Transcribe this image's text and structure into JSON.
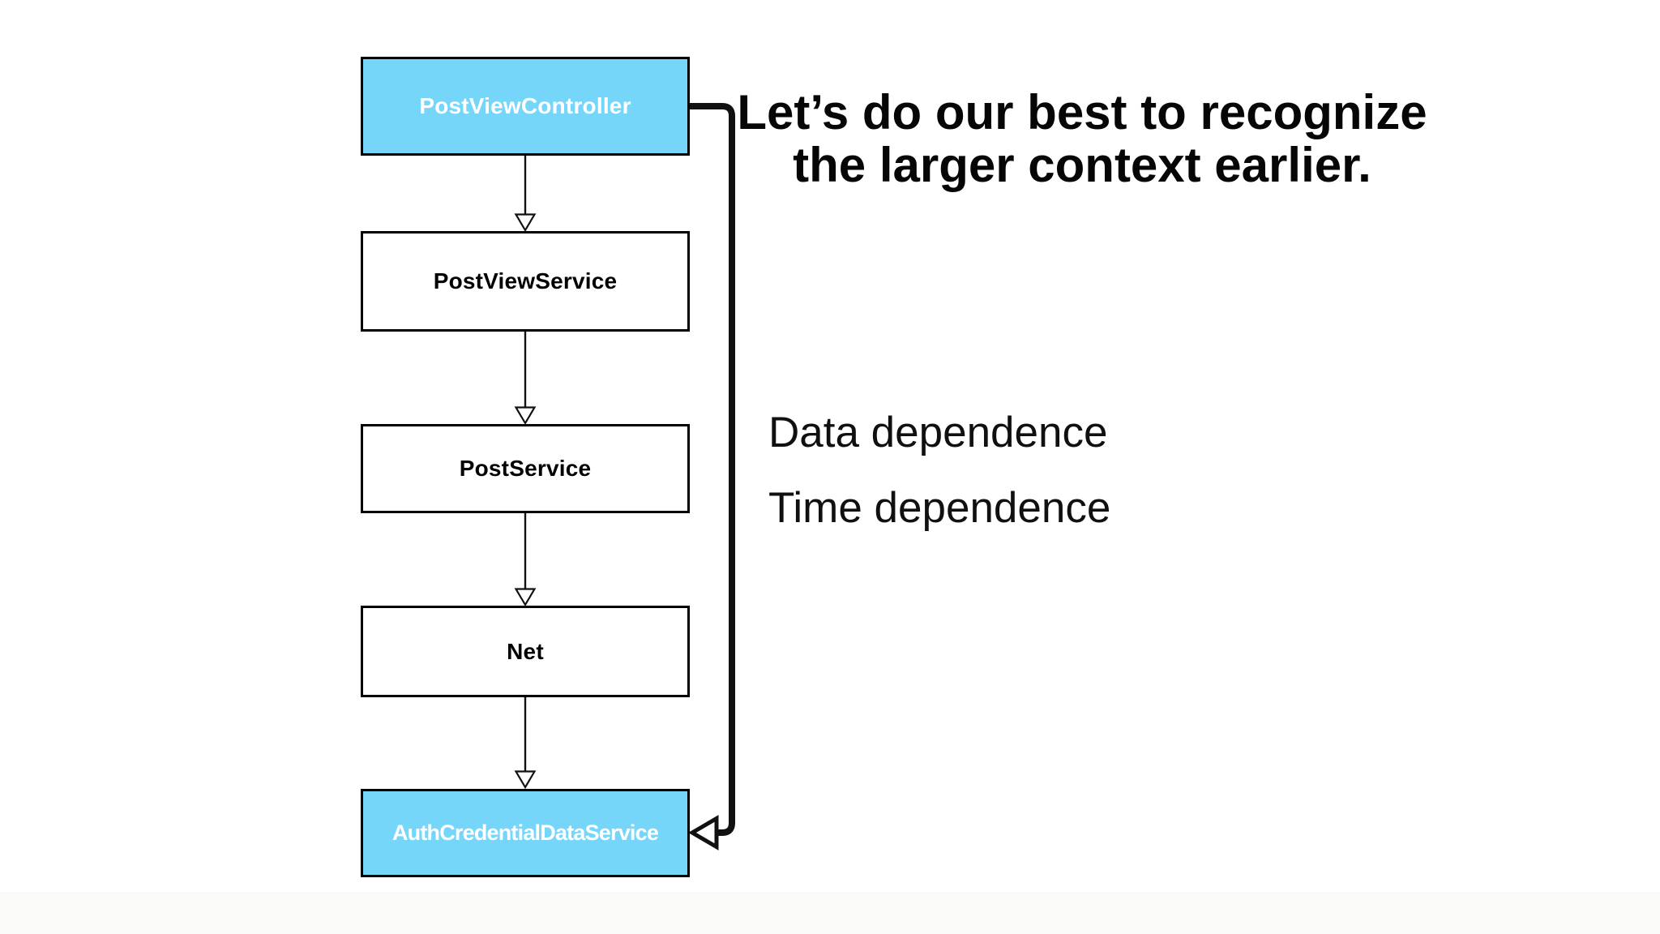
{
  "slide": {
    "background": "#ffffff",
    "footer_strip_color": "#fafaf9"
  },
  "heading": {
    "line1": "Let’s do our best to recognize",
    "line2": "the larger context earlier."
  },
  "labels": {
    "data_dependence": "Data dependence",
    "time_dependence": "Time dependence"
  },
  "diagram": {
    "boxes": [
      {
        "id": "post-view-controller",
        "label": "PostViewController",
        "variant": "highlight"
      },
      {
        "id": "post-view-service",
        "label": "PostViewService",
        "variant": "plain"
      },
      {
        "id": "post-service",
        "label": "PostService",
        "variant": "plain"
      },
      {
        "id": "net",
        "label": "Net",
        "variant": "plain"
      },
      {
        "id": "auth-credential-data-service",
        "label": "AuthCredentialDataService",
        "variant": "highlight"
      }
    ],
    "colors": {
      "highlight_fill": "#76d6fa",
      "plain_fill": "#ffffff",
      "border": "#000000",
      "highlight_text": "#ffffff",
      "plain_text": "#000000",
      "arrow": "#111111"
    }
  }
}
